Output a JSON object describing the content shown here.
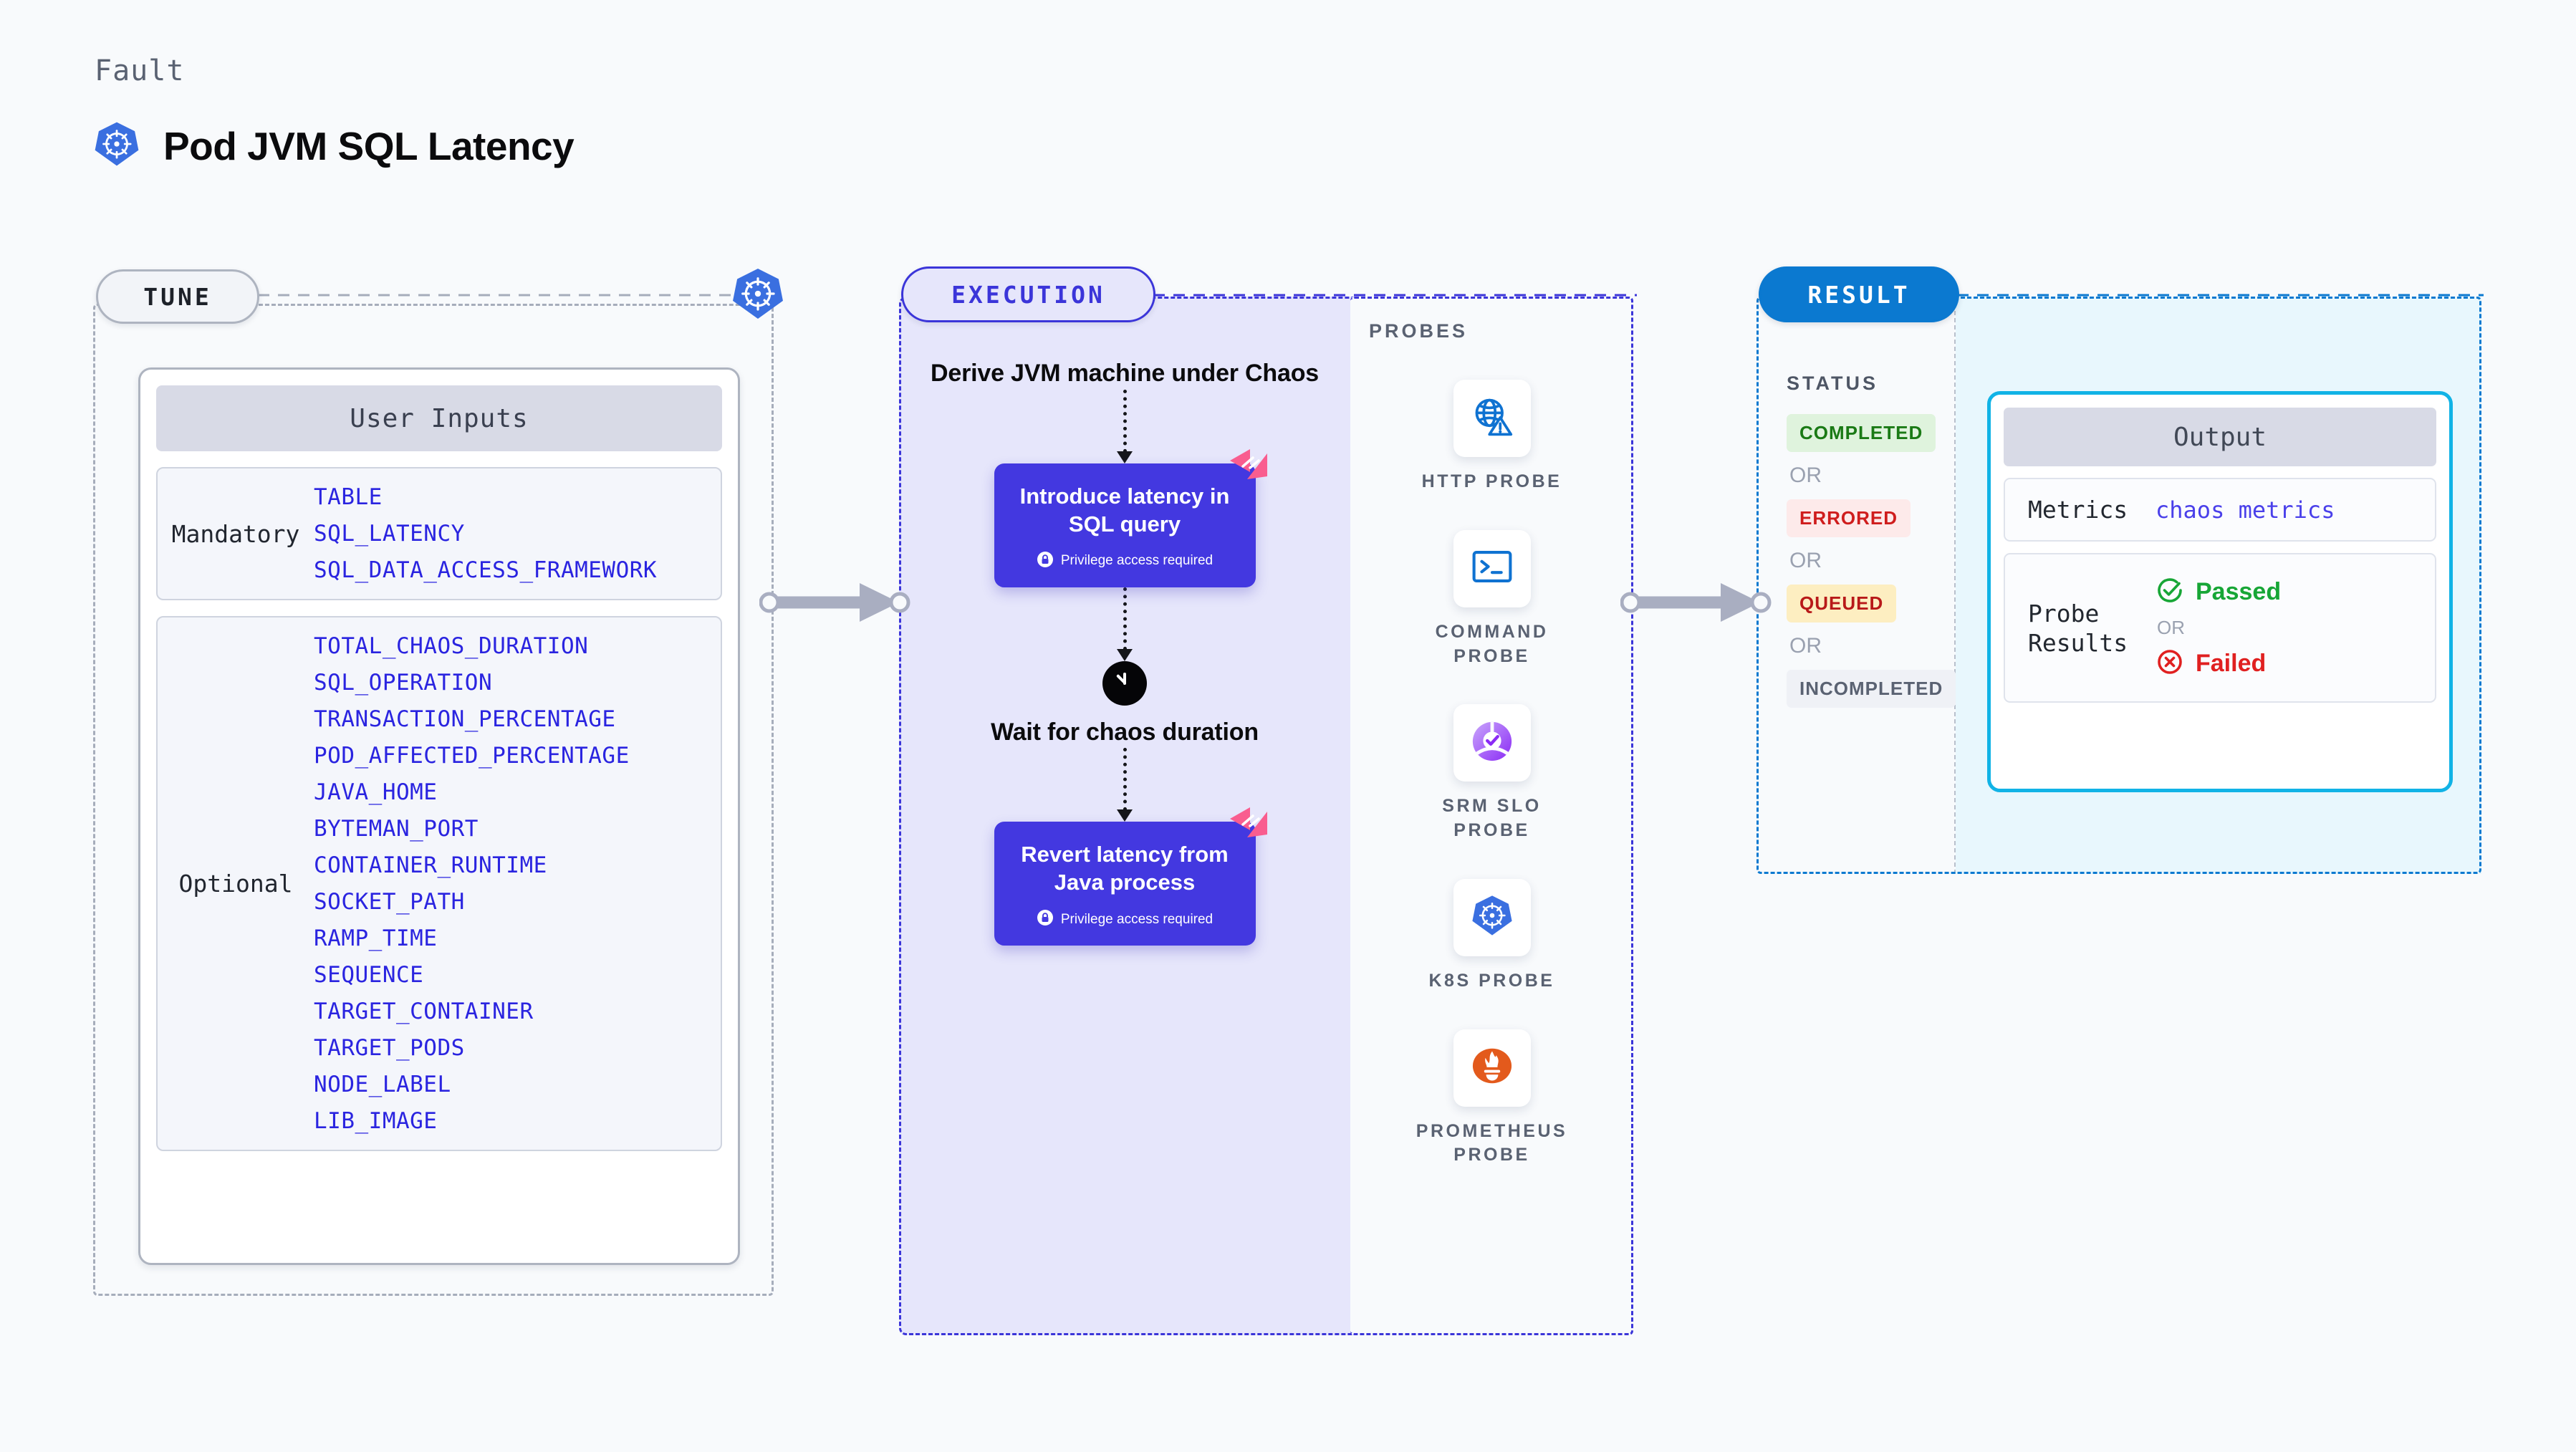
{
  "header": {
    "eyebrow": "Fault",
    "title": "Pod JVM SQL Latency",
    "icon": "kubernetes-icon"
  },
  "stages": {
    "tune": {
      "pill": "TUNE",
      "icon": "kubernetes-icon"
    },
    "execution": {
      "pill": "EXECUTION"
    },
    "probes": {
      "title": "PROBES"
    },
    "result": {
      "pill": "RESULT"
    }
  },
  "user_inputs": {
    "card_title": "User Inputs",
    "groups": [
      {
        "label": "Mandatory",
        "params": [
          "TABLE",
          "SQL_LATENCY",
          "SQL_DATA_ACCESS_FRAMEWORK"
        ]
      },
      {
        "label": "Optional",
        "params": [
          "TOTAL_CHAOS_DURATION",
          "SQL_OPERATION",
          "TRANSACTION_PERCENTAGE",
          "POD_AFFECTED_PERCENTAGE",
          "JAVA_HOME",
          "BYTEMAN_PORT",
          "CONTAINER_RUNTIME",
          "SOCKET_PATH",
          "RAMP_TIME",
          "SEQUENCE",
          "TARGET_CONTAINER",
          "TARGET_PODS",
          "NODE_LABEL",
          "LIB_IMAGE"
        ]
      }
    ]
  },
  "execution": {
    "steps": [
      {
        "type": "text",
        "label": "Derive JVM machine under Chaos"
      },
      {
        "type": "action",
        "label": "Introduce latency in SQL query",
        "note": "Privilege access required",
        "note_icon": "lock-icon",
        "badge_icon": "harness-logo-icon"
      },
      {
        "type": "wait",
        "label": "Wait for chaos duration",
        "icon": "clock-icon"
      },
      {
        "type": "action",
        "label": "Revert latency from Java process",
        "note": "Privilege access required",
        "note_icon": "lock-icon",
        "badge_icon": "harness-logo-icon"
      }
    ]
  },
  "probes": [
    {
      "label": "HTTP PROBE",
      "icon": "globe-warning-icon"
    },
    {
      "label": "COMMAND PROBE",
      "icon": "terminal-icon"
    },
    {
      "label": "SRM SLO PROBE",
      "icon": "srm-slo-icon"
    },
    {
      "label": "K8S PROBE",
      "icon": "kubernetes-icon"
    },
    {
      "label": "PROMETHEUS PROBE",
      "icon": "prometheus-icon"
    }
  ],
  "result": {
    "status_title": "STATUS",
    "or_label": "OR",
    "statuses": [
      {
        "label": "COMPLETED",
        "bg": "#dff3dd",
        "fg": "#1a7a15"
      },
      {
        "label": "ERRORED",
        "bg": "#fdeaea",
        "fg": "#cf1d1d"
      },
      {
        "label": "QUEUED",
        "bg": "#fdeec1",
        "fg": "#b81919"
      },
      {
        "label": "INCOMPLETED",
        "bg": "#eff1f6",
        "fg": "#5a6272"
      }
    ],
    "output": {
      "card_title": "Output",
      "rows": [
        {
          "label": "Metrics",
          "value": "chaos metrics"
        },
        {
          "label": "Probe Results",
          "pass": "Passed",
          "or": "OR",
          "fail": "Failed",
          "pass_icon": "check-circle-icon",
          "fail_icon": "x-circle-icon"
        }
      ]
    }
  },
  "colors": {
    "page_bg": "#f8fafc",
    "accent_indigo": "#3b35d9",
    "accent_blue": "#0b79d0",
    "accent_cyan": "#11b3e6",
    "param_blue": "#2a24e0",
    "pink_badge": "#f95d8f",
    "pass_green": "#17a636",
    "fail_red": "#e02020"
  }
}
